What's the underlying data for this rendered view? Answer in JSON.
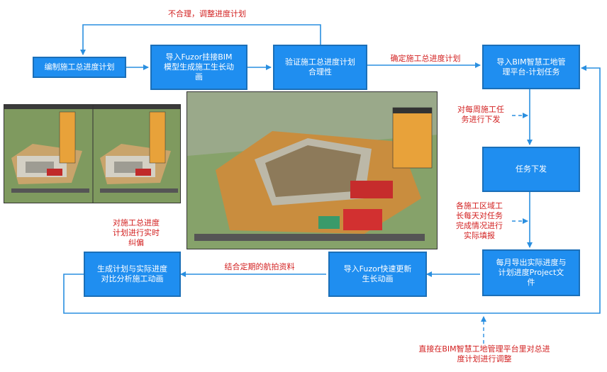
{
  "nodes": {
    "compile": "编制施工总进度计划",
    "import_fuzor": "导入Fuzor挂接BIM\n模型生成施工生长动\n画",
    "verify": "验证施工总进度计划\n合理性",
    "import_platform": "导入BIM智慧工地管\n理平台-计划任务",
    "task_issue": "任务下发",
    "export": "每月导出实际进度与\n计划进度Project文\n件",
    "fuzor_update": "导入Fuzor快速更新\n生长动画",
    "generate": "生成计划与实际进度\n对比分析施工动画"
  },
  "labels": {
    "unreasonable": "不合理，调整进度计划",
    "confirm": "确定施工总进度计划",
    "weekly": "对每周施工任\n务进行下发",
    "daily": "各施工区域工\n长每天对任务\n完成情况进行\n实际填报",
    "aerial": "结合定期的航拍资料",
    "correct": "对施工总进度\n计划进行实时\n纠偏",
    "direct": "直接在BIM智慧工地管理平台里对总进\n度计划进行调整"
  },
  "colors": {
    "box_fill": "#1f8ef0",
    "box_border": "#1b6fb8",
    "arrow": "#2a8fe0",
    "label_red": "#d21f1f"
  }
}
